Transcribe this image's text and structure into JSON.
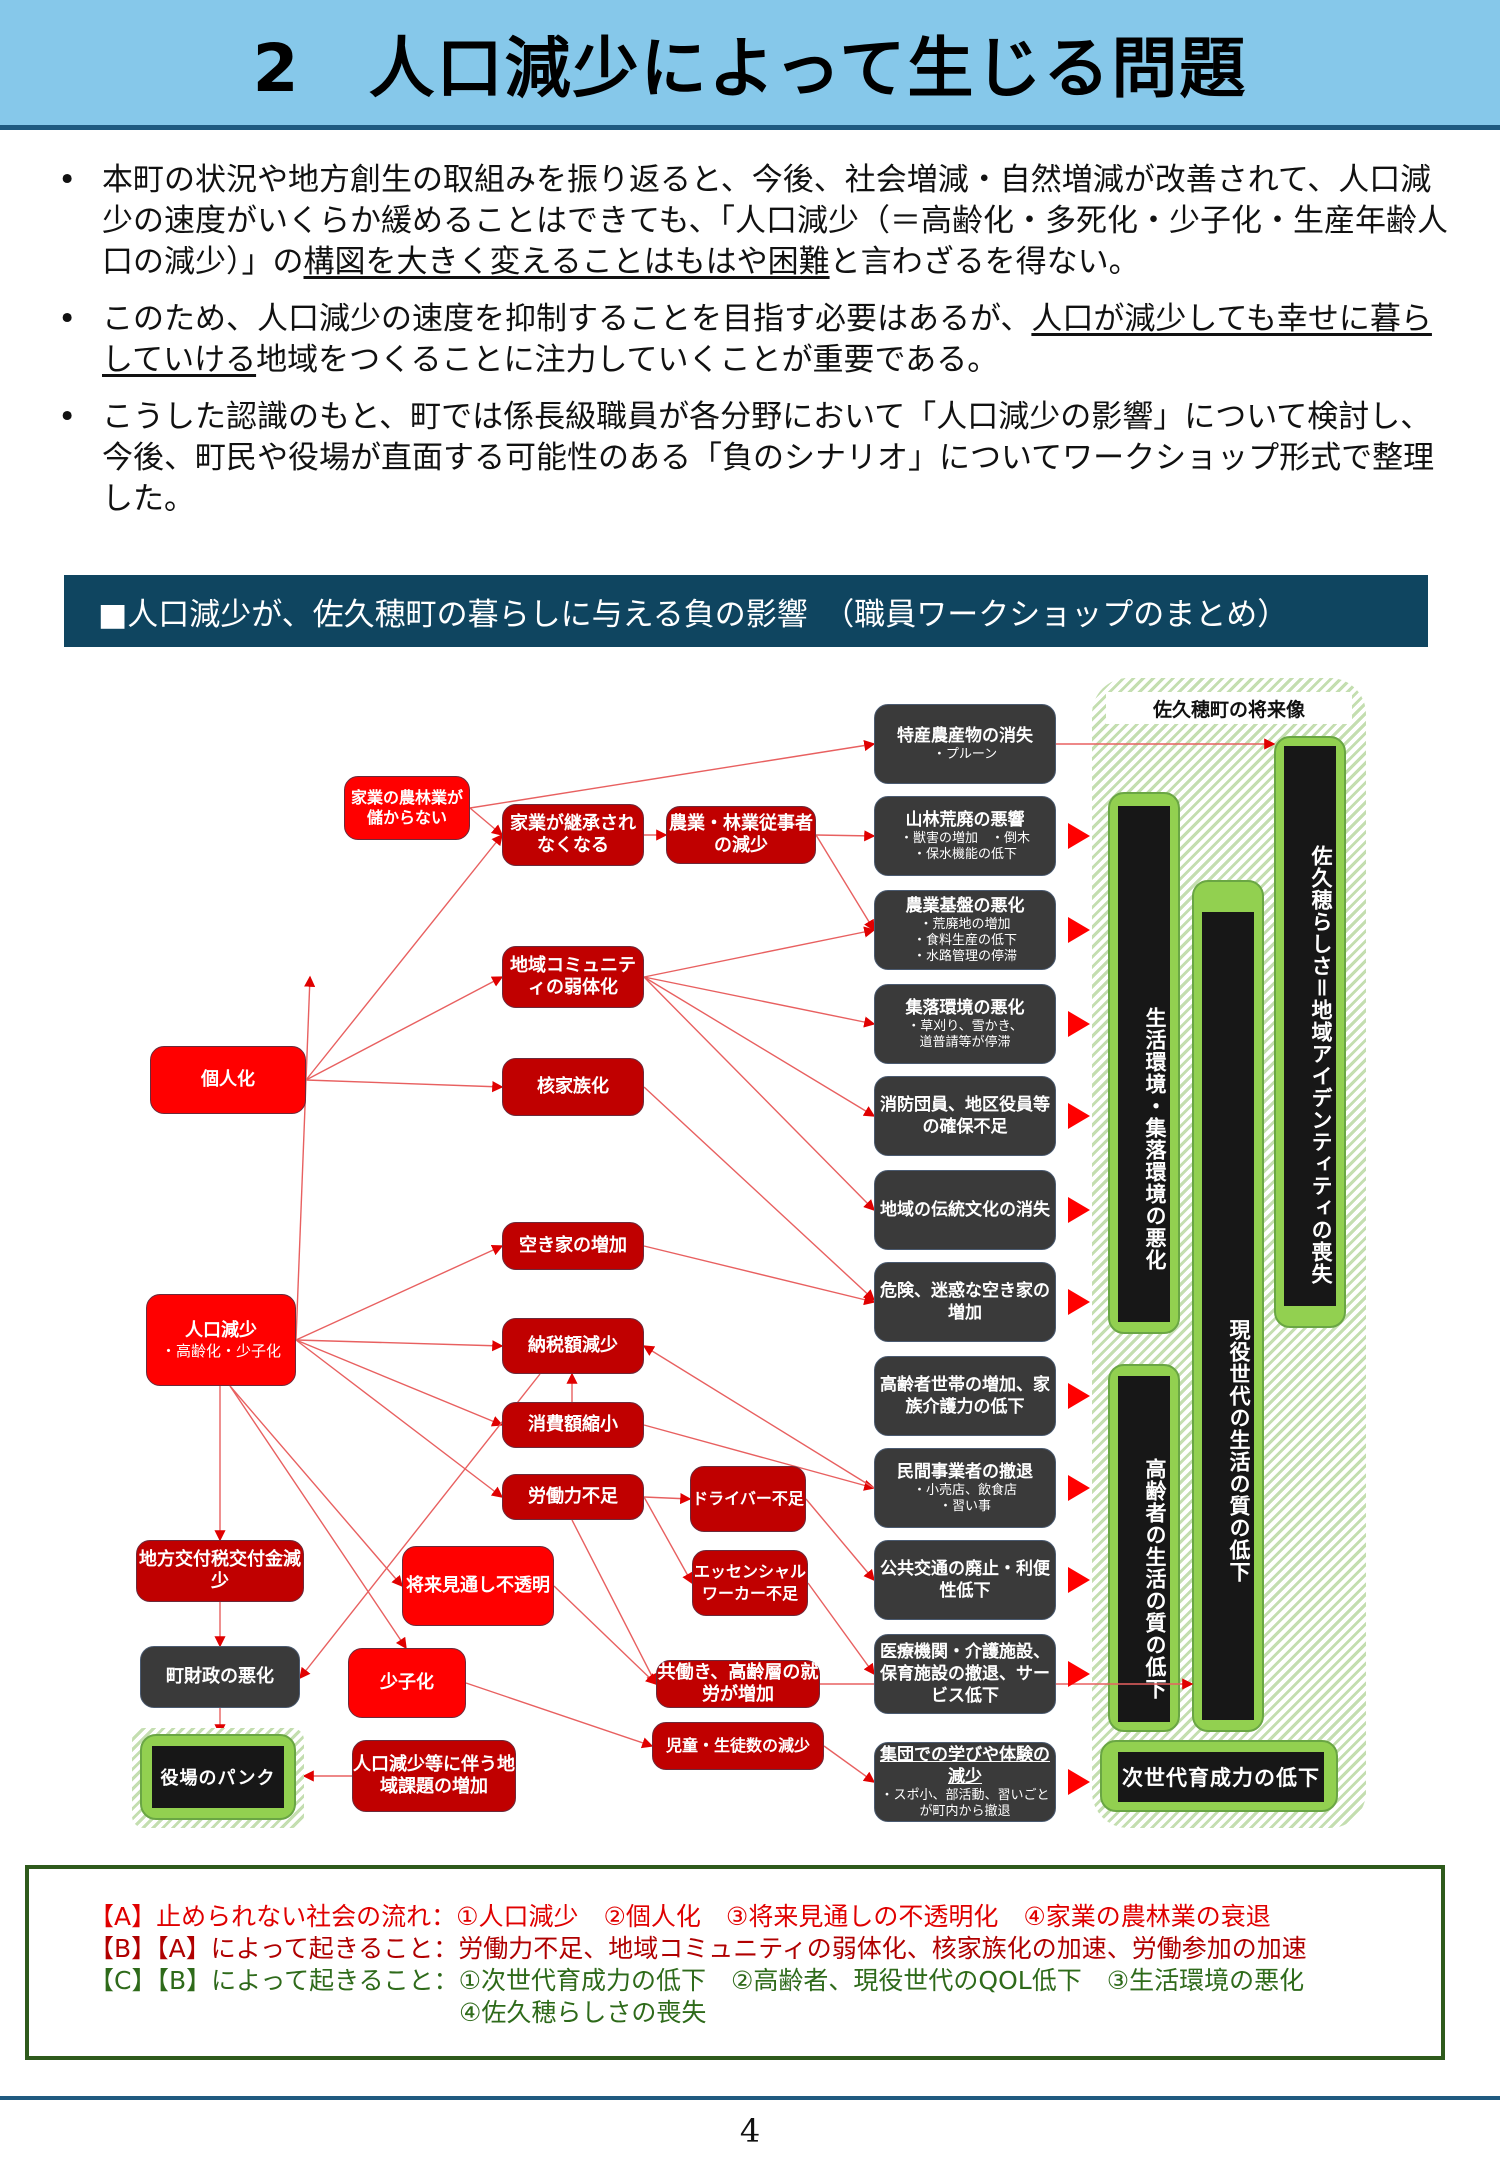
{
  "header": {
    "title": "2　人口減少によって生じる問題"
  },
  "bullets": [
    {
      "before": "本町の状況や地方創生の取組みを振り返ると、今後、社会増減・自然増減が改善されて、人口減少の速度がいくらか緩めることはできても、「人口減少（＝高齢化・多死化・少子化・生産年齢人口の減少）」の",
      "underlined": "構図を大きく変えることはもはや困難",
      "after": "と言わざるを得ない。"
    },
    {
      "before": "このため、人口減少の速度を抑制することを目指す必要はあるが、",
      "underlined": "人口が減少しても幸せに暮らしていける",
      "after": "地域をつくることに注力していくことが重要である。"
    },
    {
      "before": "こうした認識のもと、町では係長級職員が各分野において「人口減少の影響」について検討し、今後、町民や役場が直面する可能性のある「負のシナリオ」についてワークショップ形式で整理した。"
    }
  ],
  "section": {
    "title": "■人口減少が、佐久穂町の暮らしに与える負の影響　（職員ワークショップのまとめ）"
  },
  "diagram": {
    "causes": {
      "family_farming": "家業の農林業が儲からない",
      "individualization": "個人化",
      "population_decline": {
        "main": "人口減少",
        "sub": "・高齢化・少子化"
      },
      "uncertain_future": "将来見通し不透明",
      "low_birthrate": "少子化"
    },
    "effects": {
      "succession": "家業が継承されなくなる",
      "farm_workers": "農業・林業従事者の減少",
      "community": "地域コミュニティの弱体化",
      "nuclear_family": "核家族化",
      "vacant_houses": "空き家の増加",
      "tax_revenue": "納税額減少",
      "consumption": "消費額縮小",
      "labor_shortage": "労働力不足",
      "driver_shortage": "ドライバー不足",
      "essential_worker": "エッセンシャルワーカー不足",
      "dual_income": "共働き、高齢層の就労が増加",
      "students": "児童・生徒数の減少",
      "local_allocation_tax": "地方交付税交付金減少",
      "local_issues": "人口減少等に伴う地域課題の増加"
    },
    "finance": {
      "town_finance": "町財政の悪化",
      "office_bankruptcy": "役場のパンク"
    },
    "outcomes": [
      {
        "title": "特産農産物の消失",
        "sub": [
          "・プルーン"
        ]
      },
      {
        "title": "山林荒廃の悪響",
        "sub": [
          "・獣害の増加　・倒木",
          "・保水機能の低下"
        ]
      },
      {
        "title": "農業基盤の悪化",
        "sub": [
          "・荒廃地の増加",
          "・食料生産の低下",
          "・水路管理の停滞"
        ]
      },
      {
        "title": "集落環境の悪化",
        "sub": [
          "・草刈り、雪かき、",
          "道普請等が停滞"
        ]
      },
      {
        "title": "消防団員、地区役員等の確保不足",
        "sub": []
      },
      {
        "title": "地域の伝統文化の消失",
        "sub": []
      },
      {
        "title": "危険、迷惑な空き家の増加",
        "sub": []
      },
      {
        "title": "高齢者世帯の増加、家族介護力の低下",
        "sub": []
      },
      {
        "title": "民間事業者の撤退",
        "sub": [
          "・小売店、飲食店",
          "・習い事"
        ]
      },
      {
        "title": "公共交通の廃止・利便性低下",
        "sub": []
      },
      {
        "title": "医療機関・介護施設、保育施設の撤退、サービス低下",
        "sub": []
      },
      {
        "title": "集団での学びや体験の減少",
        "sub": [
          "・スポ小、部活動、習いごとが町内から撤退"
        ]
      }
    ],
    "future": {
      "label": "佐久穂町の将来像",
      "living_environment": "生活環境・集落環境の悪化",
      "working_generation": "現役世代の生活の質の低下",
      "identity": "佐久穂らしさ＝地域アイデンティティの喪失",
      "elderly": "高齢者の生活の質の低下",
      "next_generation": "次世代育成力の低下"
    }
  },
  "summary": [
    {
      "label": "【A】止められない社会の流れ：",
      "text": "①人口減少　②個人化　③将来見通しの不透明化　④家業の農林業の衰退",
      "color": "#e00000"
    },
    {
      "label": "【B】【A】によって起きること：",
      "text": "労働力不足、地域コミュニティの弱体化、核家族化の加速、労働参加の加速",
      "color": "#b00000"
    },
    {
      "label": "【C】【B】によって起きること：",
      "text": "①次世代育成力の低下　②高齢者、現役世代のQOL低下　③生活環境の悪化",
      "color": "#2e6a1a"
    },
    {
      "text": "④佐久穂らしさの喪失",
      "color": "#2e6a1a"
    }
  ],
  "footer": {
    "page_number": "4"
  },
  "colors": {
    "title_bg": "#86c8ea",
    "section_bg": "#0f4560",
    "cause_red": "#ff0000",
    "effect_red": "#c00000",
    "outcome_dark": "#3a3a3a",
    "pillar_green": "#92d050"
  }
}
